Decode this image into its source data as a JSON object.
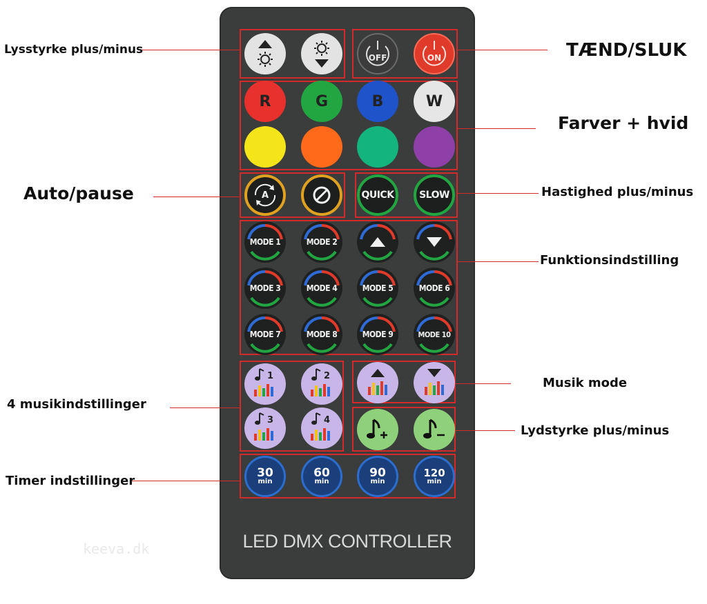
{
  "labels": {
    "brightness": "Lysstyrke plus/minus",
    "power": "TÆND/SLUK",
    "colors": "Farver + hvid",
    "auto_pause": "Auto/pause",
    "speed": "Hastighed plus/minus",
    "function": "Funktionsindstilling",
    "music_mode": "Musik mode",
    "music_settings": "4 musikindstillinger",
    "volume": "Lydstyrke plus/minus",
    "timer": "Timer indstillinger"
  },
  "buttons": {
    "off": "OFF",
    "on": "ON",
    "red": "R",
    "green": "G",
    "blue": "B",
    "white": "W",
    "auto": "A",
    "quick": "QUICK",
    "slow": "SLOW",
    "modes": [
      "MODE 1",
      "MODE 2",
      "MODE 3",
      "MODE 4",
      "MODE 5",
      "MODE 6",
      "MODE 7",
      "MODE 8",
      "MODE 9",
      "MODE 10"
    ],
    "music": [
      "1",
      "2",
      "3",
      "4"
    ],
    "timers": [
      "30",
      "60",
      "90",
      "120"
    ],
    "timer_unit": "min"
  },
  "colors": {
    "red": "#e8302c",
    "green": "#22a641",
    "blue": "#1e53c9",
    "white": "#e6e6e6",
    "yellow": "#f4e41a",
    "orange": "#ff6a1a",
    "teal": "#13b47e",
    "purple": "#8e3fa8",
    "accent": "#d42a2a"
  },
  "brand": "LED DMX CONTROLLER",
  "watermark": "keeva.dk"
}
